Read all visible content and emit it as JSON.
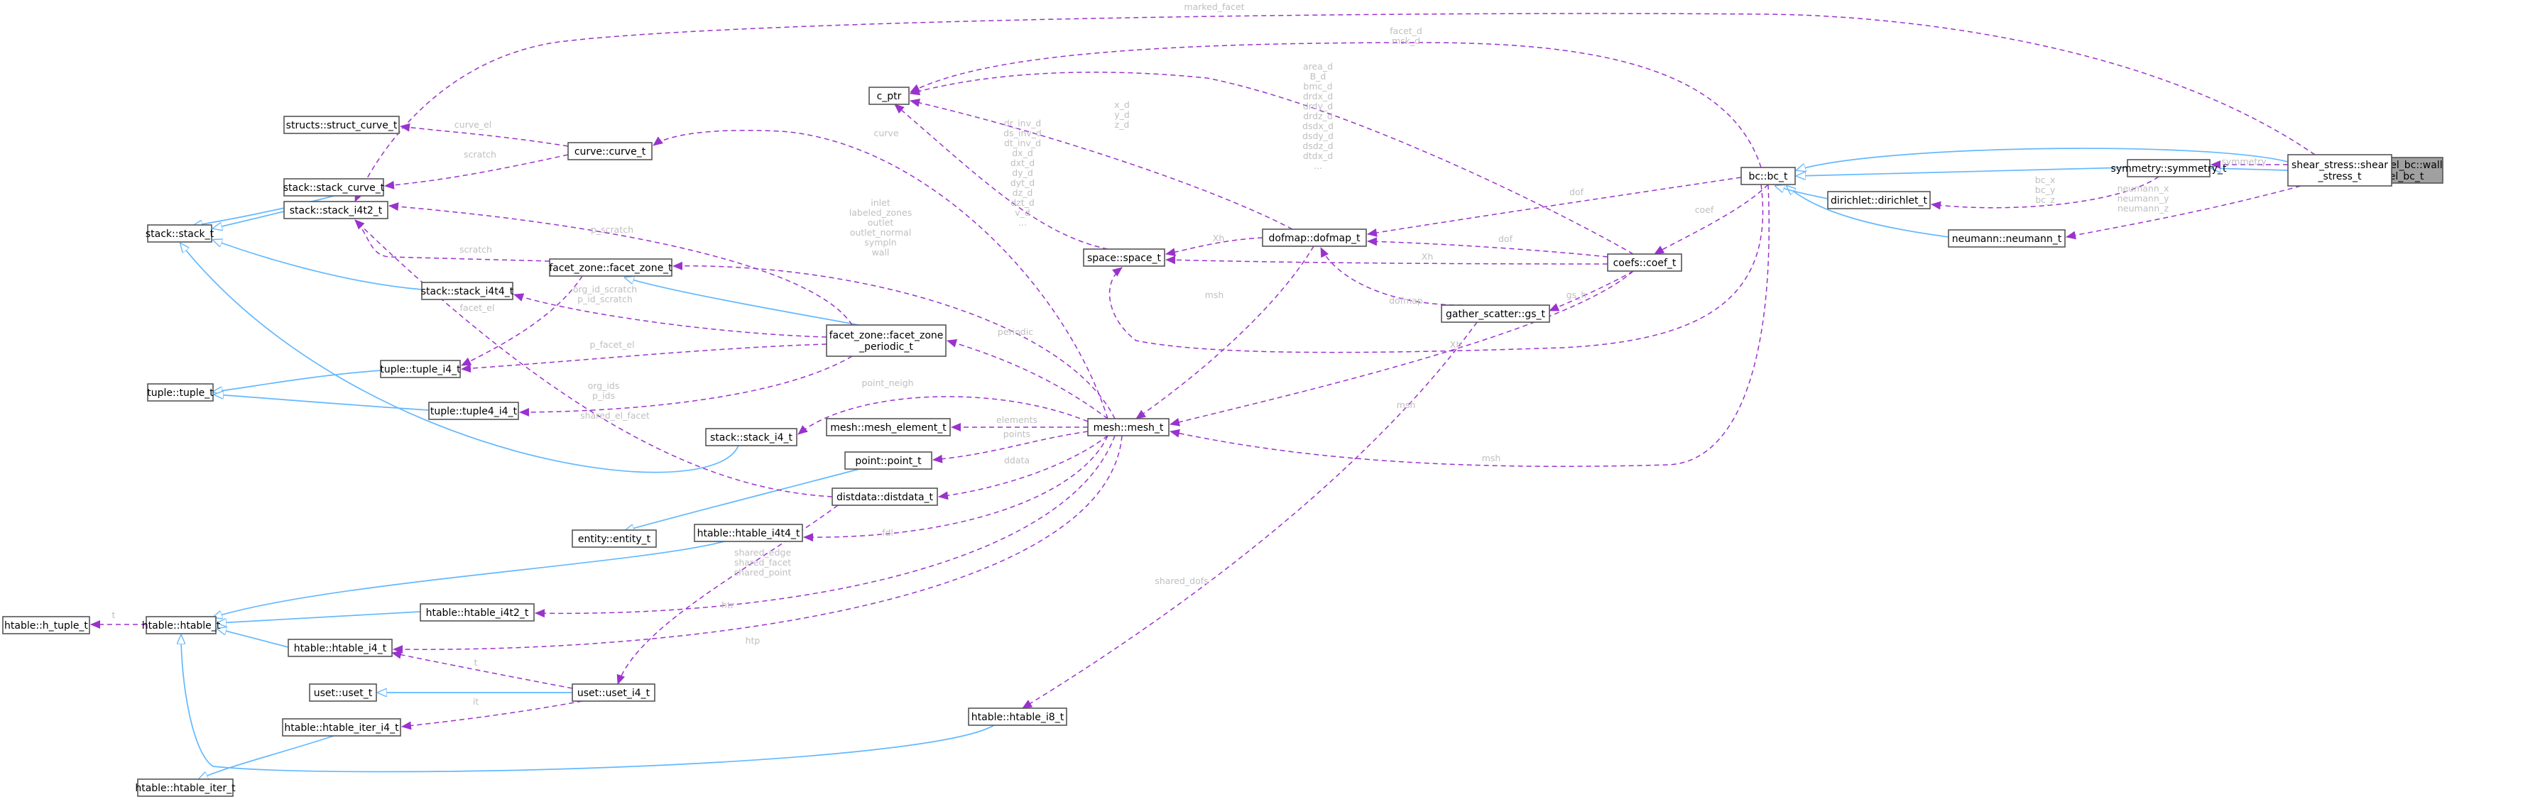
{
  "colors": {
    "inheritance": "#63b8ff",
    "usage": "#9a32cd",
    "label": "#bfbfbf",
    "highlight": "#a0a0a0"
  },
  "nodes": {
    "wall_model": [
      "wall_model_bc::wall",
      "_model_bc_t"
    ],
    "shear_stress": [
      "shear_stress::shear",
      "_stress_t"
    ],
    "symmetry": [
      "symmetry::symmetry_t"
    ],
    "neumann": [
      "neumann::neumann_t"
    ],
    "dirichlet": [
      "dirichlet::dirichlet_t"
    ],
    "bc": [
      "bc::bc_t"
    ],
    "coefs": [
      "coefs::coef_t"
    ],
    "gather_scatter": [
      "gather_scatter::gs_t"
    ],
    "dofmap": [
      "dofmap::dofmap_t"
    ],
    "space": [
      "space::space_t"
    ],
    "c_ptr": [
      "c_ptr"
    ],
    "curve": [
      "curve::curve_t"
    ],
    "struct_curve": [
      "structs::struct_curve_t"
    ],
    "stack_curve": [
      "stack::stack_curve_t"
    ],
    "stack": [
      "stack::stack_t"
    ],
    "stack_i4t2": [
      "stack::stack_i4t2_t"
    ],
    "stack_i4t4": [
      "stack::stack_i4t4_t"
    ],
    "facet_zone": [
      "facet_zone::facet_zone_t"
    ],
    "facet_zone_periodic": [
      "facet_zone::facet_zone",
      "_periodic_t"
    ],
    "tuple_i4": [
      "tuple::tuple_i4_t"
    ],
    "tuple": [
      "tuple::tuple_t"
    ],
    "tuple4_i4": [
      "tuple::tuple4_i4_t"
    ],
    "stack_i4": [
      "stack::stack_i4_t"
    ],
    "mesh_element": [
      "mesh::mesh_element_t"
    ],
    "mesh": [
      "mesh::mesh_t"
    ],
    "point": [
      "point::point_t"
    ],
    "distdata": [
      "distdata::distdata_t"
    ],
    "entity": [
      "entity::entity_t"
    ],
    "htable_i4t4": [
      "htable::htable_i4t4_t"
    ],
    "h_tuple": [
      "htable::h_tuple_t"
    ],
    "htable": [
      "htable::htable_t"
    ],
    "htable_i4t2": [
      "htable::htable_i4t2_t"
    ],
    "htable_i4": [
      "htable::htable_i4_t"
    ],
    "uset": [
      "uset::uset_t"
    ],
    "uset_i4": [
      "uset::uset_i4_t"
    ],
    "htable_iter_i4": [
      "htable::htable_iter_i4_t"
    ],
    "htable_iter": [
      "htable::htable_iter_t"
    ],
    "htable_i8": [
      "htable::htable_i8_t"
    ]
  },
  "labels": {
    "marked_facet": [
      "marked_facet"
    ],
    "facet_msk": [
      "facet_d",
      "msk_d"
    ],
    "symmetry": [
      "symmetry"
    ],
    "bc_xyz": [
      "bc_x",
      "bc_y",
      "bc_z"
    ],
    "neumann_xyz": [
      "neumann_x",
      "neumann_y",
      "neumann_z"
    ],
    "dof_bc": [
      "dof"
    ],
    "coef": [
      "coef"
    ],
    "dof_coef": [
      "dof"
    ],
    "xh_coef": [
      "Xh"
    ],
    "gs_h": [
      "gs_h"
    ],
    "dofmap_gs": [
      "dofmap"
    ],
    "msh_coef": [
      "msh"
    ],
    "xh_bc": [
      "Xh"
    ],
    "msh_bc": [
      "msh"
    ],
    "xh_dofmap": [
      "Xh"
    ],
    "msh_dofmap": [
      "msh"
    ],
    "coef_cptr": [
      "area_d",
      "B_d",
      "bmc_d",
      "drdx_d",
      "drdy_d",
      "drdz_d",
      "dsdx_d",
      "dsdy_d",
      "dsdz_d",
      "dtdx_d",
      "..."
    ],
    "dofmap_cptr": [
      "x_d",
      "y_d",
      "z_d"
    ],
    "space_cptr": [
      "dr_inv_d",
      "ds_inv_d",
      "dt_inv_d",
      "dx_d",
      "dxt_d",
      "dy_d",
      "dyt_d",
      "dz_d",
      "dzt_d",
      "v_d",
      "..."
    ],
    "curve": [
      "curve"
    ],
    "curve_el": [
      "curve_el"
    ],
    "scratch_curve": [
      "scratch"
    ],
    "p_scratch": [
      "p_scratch"
    ],
    "scratch_i4t2": [
      "scratch"
    ],
    "org_scratch": [
      "org_id_scratch",
      "p_id_scratch"
    ],
    "facet_el": [
      "facet_el"
    ],
    "p_facet_el": [
      "p_facet_el"
    ],
    "org_ids": [
      "org_ids",
      "p_ids"
    ],
    "shared_el_facet": [
      "shared_el_facet"
    ],
    "zones": [
      "inlet",
      "labeled_zones",
      "outlet",
      "outlet_normal",
      "sympln",
      "wall"
    ],
    "periodic": [
      "periodic"
    ],
    "point_neigh": [
      "point_neigh"
    ],
    "elements": [
      "elements"
    ],
    "points": [
      "points"
    ],
    "ddata": [
      "ddata"
    ],
    "fdl": [
      "fdl"
    ],
    "shared": [
      "shared_edge",
      "shared_facet",
      "shared_point"
    ],
    "htr": [
      "htr"
    ],
    "htp": [
      "htp"
    ],
    "t": [
      "t"
    ],
    "it": [
      "it"
    ],
    "shared_dofs": [
      "shared_dofs"
    ],
    "t_ht": [
      "t"
    ]
  }
}
